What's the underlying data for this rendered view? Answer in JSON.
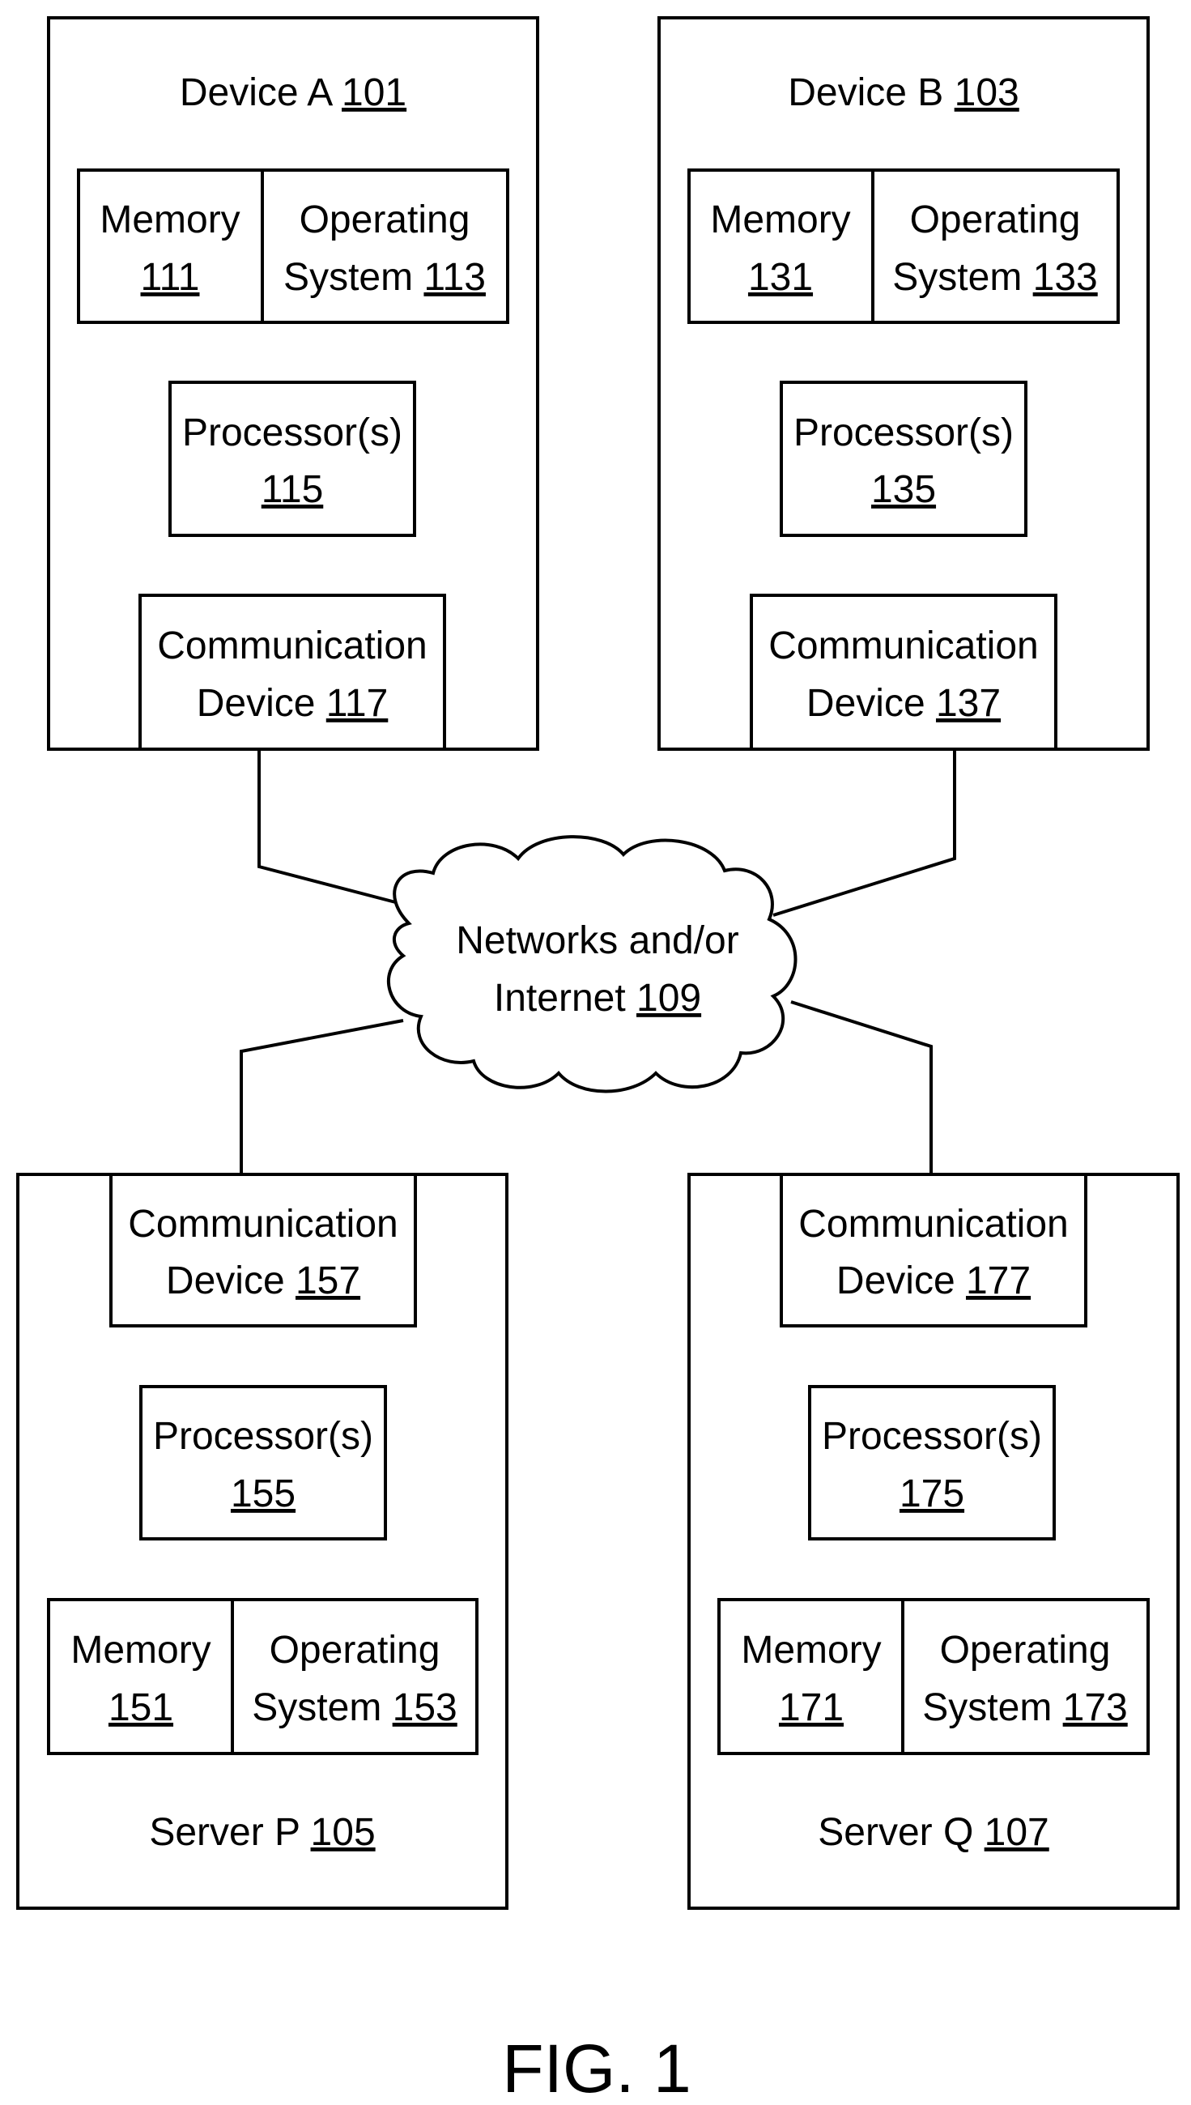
{
  "figure_label": "FIG. 1",
  "network": {
    "text": "Networks and/or",
    "line2": "Internet",
    "ref": "109"
  },
  "device_a": {
    "title": "Device A",
    "ref": "101",
    "memory": {
      "text": "Memory",
      "ref": "111"
    },
    "os": {
      "line1": "Operating",
      "line2": "System",
      "ref": "113"
    },
    "processor": {
      "text": "Processor(s)",
      "ref": "115"
    },
    "comm": {
      "line1": "Communication",
      "line2": "Device",
      "ref": "117"
    }
  },
  "device_b": {
    "title": "Device B",
    "ref": "103",
    "memory": {
      "text": "Memory",
      "ref": "131"
    },
    "os": {
      "line1": "Operating",
      "line2": "System",
      "ref": "133"
    },
    "processor": {
      "text": "Processor(s)",
      "ref": "135"
    },
    "comm": {
      "line1": "Communication",
      "line2": "Device",
      "ref": "137"
    }
  },
  "server_p": {
    "title": "Server P",
    "ref": "105",
    "memory": {
      "text": "Memory",
      "ref": "151"
    },
    "os": {
      "line1": "Operating",
      "line2": "System",
      "ref": "153"
    },
    "processor": {
      "text": "Processor(s)",
      "ref": "155"
    },
    "comm": {
      "line1": "Communication",
      "line2": "Device",
      "ref": "157"
    }
  },
  "server_q": {
    "title": "Server Q",
    "ref": "107",
    "memory": {
      "text": "Memory",
      "ref": "171"
    },
    "os": {
      "line1": "Operating",
      "line2": "System",
      "ref": "173"
    },
    "processor": {
      "text": "Processor(s)",
      "ref": "175"
    },
    "comm": {
      "line1": "Communication",
      "line2": "Device",
      "ref": "177"
    }
  }
}
